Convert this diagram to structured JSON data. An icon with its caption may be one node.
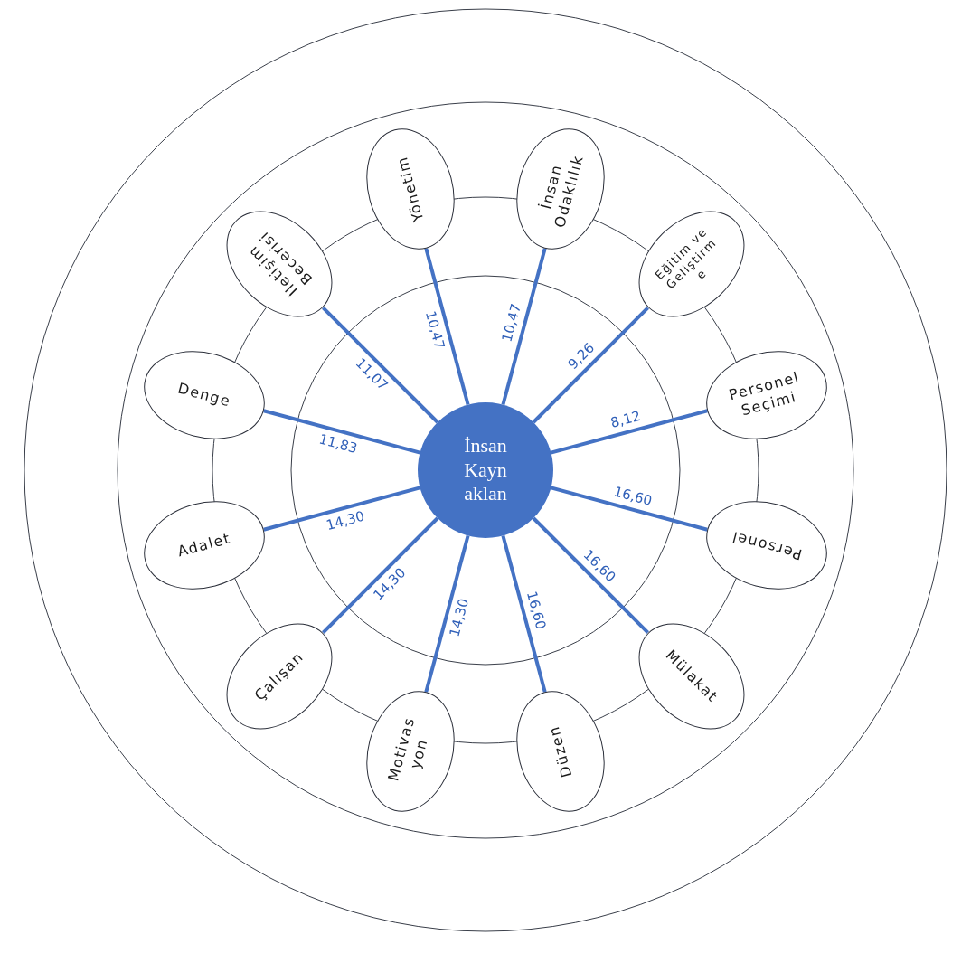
{
  "diagram": {
    "nodes": [
      {
        "text": [
          "İnsan Kayn aklan"
        ]
      },
      {
        "text": [
          "Yönetim"
        ]
      },
      {
        "text": [
          "İnsan Odaklılık"
        ]
      },
      {
        "text": [
          "Eğitim ve Geliştirm e"
        ]
      },
      {
        "text": [
          "Personel Seçimi"
        ]
      },
      {
        "text": [
          "Personel"
        ]
      },
      {
        "text": [
          "Mülakat"
        ]
      },
      {
        "text": [
          "Düzen"
        ]
      },
      {
        "text": [
          "Motivas yon"
        ]
      },
      {
        "text": [
          "Çalışan"
        ]
      },
      {
        "text": [
          "Adalet"
        ]
      },
      {
        "text": [
          "Denge"
        ]
      },
      {
        "text": [
          "İletişim Becerisi"
        ]
      }
    ],
    "edges": [
      {
        "from": 0,
        "to": 1,
        "arrow": "none",
        "label": "10,47"
      },
      {
        "from": 0,
        "to": 2,
        "arrow": "none",
        "label": "10,47"
      },
      {
        "from": 0,
        "to": 3,
        "arrow": "none",
        "label": "9,26"
      },
      {
        "from": 0,
        "to": 4,
        "arrow": "none",
        "label": "8,12"
      },
      {
        "from": 0,
        "to": 5,
        "arrow": "none",
        "label": "16,60"
      },
      {
        "from": 0,
        "to": 6,
        "arrow": "none",
        "label": "16,60"
      },
      {
        "from": 0,
        "to": 7,
        "arrow": "none",
        "label": "16,60"
      },
      {
        "from": 0,
        "to": 8,
        "arrow": "none",
        "label": "14,30"
      },
      {
        "from": 0,
        "to": 9,
        "arrow": "none",
        "label": "14,30"
      },
      {
        "from": 0,
        "to": 10,
        "arrow": "none",
        "label": "14,30"
      },
      {
        "from": 0,
        "to": 11,
        "arrow": "none",
        "label": "11,83"
      },
      {
        "from": 0,
        "to": 12,
        "arrow": "none",
        "label": "11,07"
      }
    ]
  }
}
